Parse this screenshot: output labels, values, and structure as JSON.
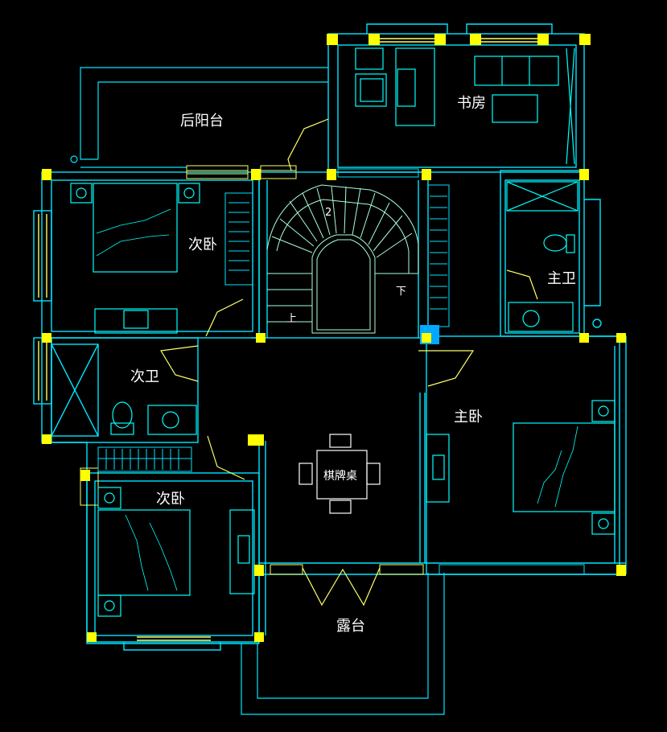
{
  "colors": {
    "background": "#000000",
    "wall": "#00e5ff",
    "column": "#ffff00",
    "furniture": "#00ffff",
    "outline": "#9ee6ff",
    "accent": "#00a8ff",
    "text": "#ffffff",
    "stair": "#a8ffd8",
    "sketch": "#ffff66"
  },
  "rooms": {
    "rear_balcony": "后阳台",
    "study": "书房",
    "bedroom_upper_left": "次卧",
    "master_bath": "主卫",
    "secondary_bath": "次卫",
    "master_bedroom": "主卧",
    "bedroom_lower_left": "次卧",
    "card_table": "棋牌桌",
    "terrace": "露台"
  },
  "stairs": {
    "up": "上",
    "down": "下",
    "landing": "2"
  }
}
